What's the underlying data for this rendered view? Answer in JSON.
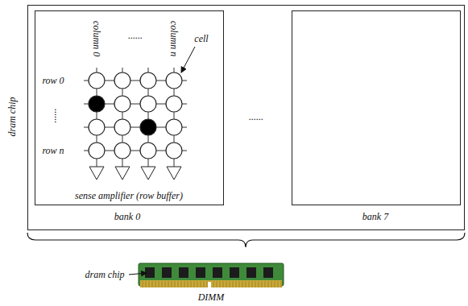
{
  "diagram": {
    "nodes": [
      {
        "text": [
          "dram chip"
        ]
      },
      {
        "text": [
          "bank 0"
        ],
        "in": 0
      },
      {
        "text": [
          "bank 7"
        ],
        "in": 0
      }
    ],
    "labels": [
      "column 0",
      "......",
      "column n",
      "cell",
      "row 0",
      "......",
      "row n",
      "sense amplifier (row buffer)",
      "......",
      "dram chip",
      "DIMM"
    ]
  }
}
